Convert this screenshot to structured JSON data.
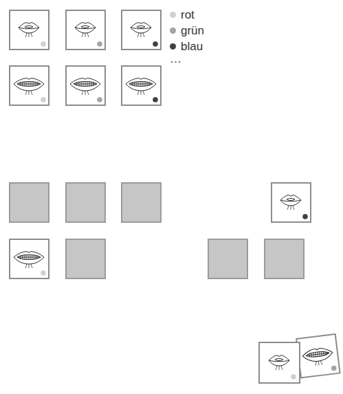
{
  "diagram": {
    "labels": [
      "…"
    ],
    "legend": [
      {
        "text": "rot",
        "color": "#d0d0d0"
      },
      {
        "text": "grün",
        "color": "#a4a4a4"
      },
      {
        "text": "blau",
        "color": "#3f3f3f"
      }
    ]
  }
}
